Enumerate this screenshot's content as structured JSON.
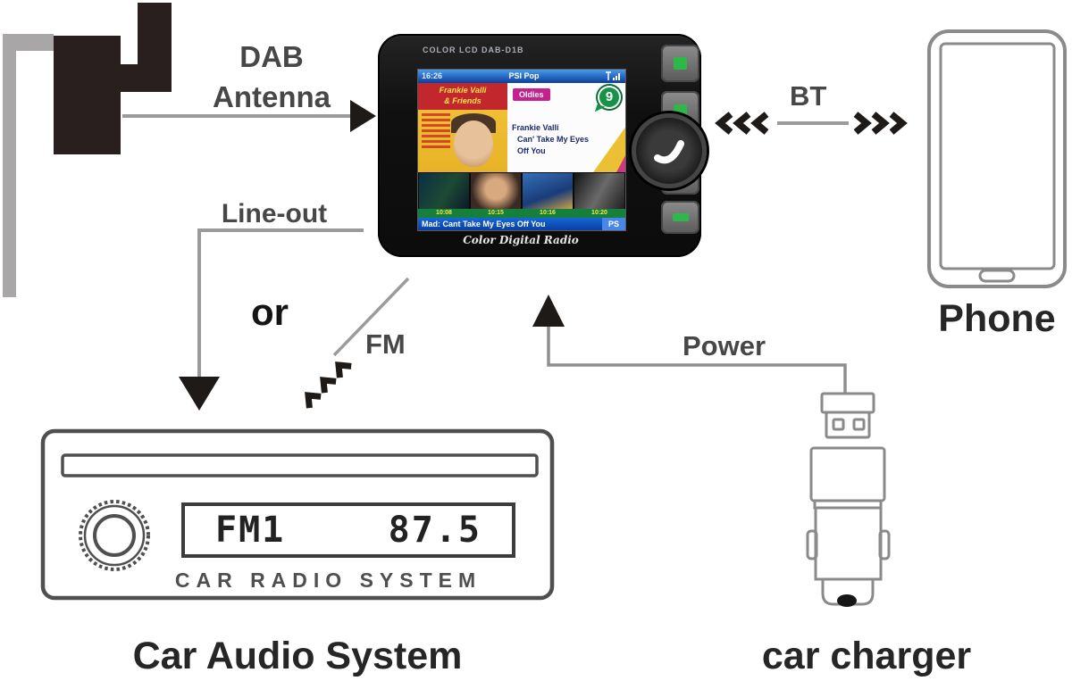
{
  "labels": {
    "dab_line1": "DAB",
    "dab_line2": "Antenna",
    "line_out": "Line-out",
    "or": "or",
    "fm": "FM",
    "bt": "BT",
    "power": "Power",
    "phone": "Phone",
    "car_audio_system": "Car Audio System",
    "car_charger": "car charger"
  },
  "device": {
    "model_label": "COLOR LCD DAB-D1B",
    "brand": "Color Digital Radio",
    "screen": {
      "time": "16:26",
      "station": "PSI Pop",
      "album_banner_line1": "Frankie Valli",
      "album_banner_line2": "& Friends",
      "genre_badge": "Oldies",
      "preset_number": "9",
      "song_line1": "Frankie Valli",
      "song_line2": "Can' Take My Eyes",
      "song_line3": "Off You",
      "thumb_times": [
        "10:08",
        "10:15",
        "10:16",
        "10:20"
      ],
      "ticker": "Mad: Cant Take My Eyes Off You",
      "ticker_badge": "PS"
    }
  },
  "radio": {
    "display_band": "FM1",
    "display_freq": "87.5",
    "front_text": "CAR RADIO SYSTEM"
  },
  "colors": {
    "accent_green": "#2eb84a",
    "screen_blue": "#0a3fa0",
    "badge_magenta": "#c4218e",
    "bubble_green": "#179347",
    "banner_red": "#c1272d",
    "album_yellow": "#f2c43c",
    "line_gray": "#9b9b9b",
    "arrow_black": "#1e1a18"
  }
}
